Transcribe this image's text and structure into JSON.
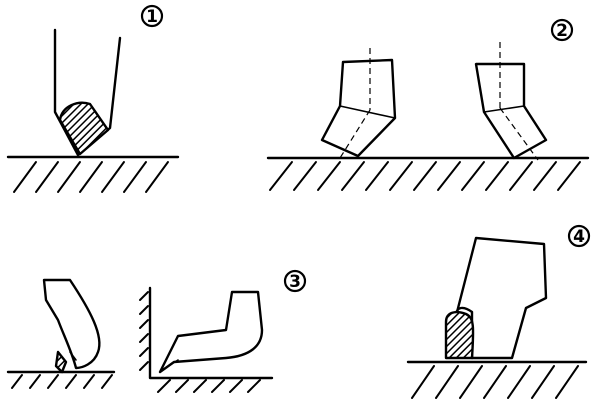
{
  "labels": {
    "fig1": "1",
    "fig2": "2",
    "fig3": "3",
    "fig4": "4"
  }
}
